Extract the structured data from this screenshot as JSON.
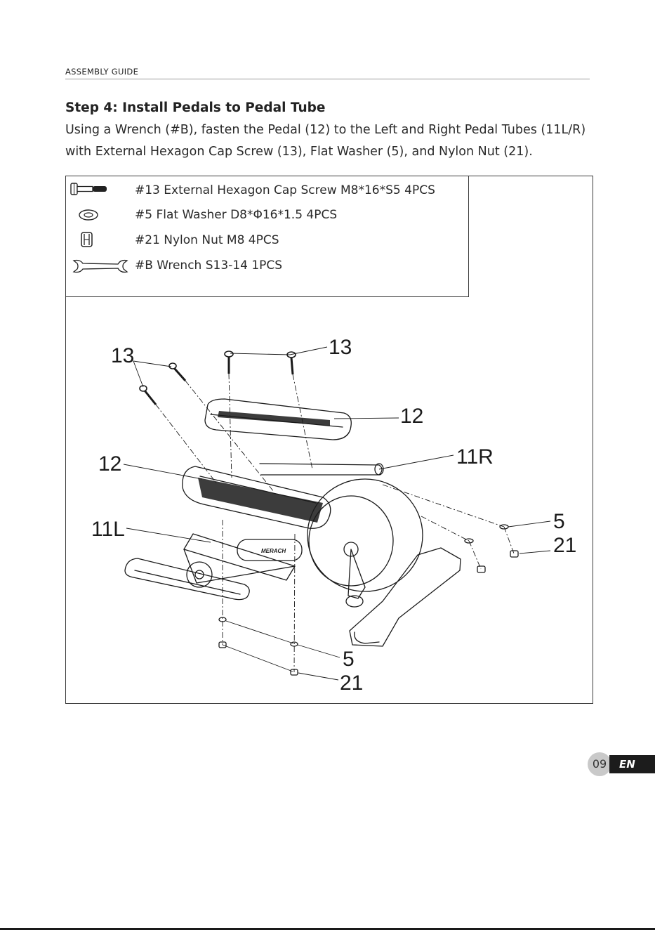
{
  "header": {
    "label": "ASSEMBLY GUIDE"
  },
  "step": {
    "title": "Step 4: Install Pedals to Pedal Tube",
    "line1": "Using a Wrench (#B), fasten the Pedal (12) to the Left and Right Pedal Tubes (11L/R)",
    "line2": "with External Hexagon Cap Screw (13), Flat Washer (5), and Nylon Nut (21)."
  },
  "parts": [
    {
      "icon": "hex-cap-screw-icon",
      "text": "#13 External Hexagon Cap Screw M8*16*S5 4PCS"
    },
    {
      "icon": "flat-washer-icon",
      "text": "#5 Flat Washer D8*Φ16*1.5 4PCS"
    },
    {
      "icon": "nylon-nut-icon",
      "text": "#21 Nylon Nut M8 4PCS"
    },
    {
      "icon": "wrench-icon",
      "text": "#B Wrench S13-14 1PCS"
    }
  ],
  "diagram": {
    "callouts": {
      "screw_left": "13",
      "screw_right": "13",
      "pedal_top": "12",
      "pedal_left": "12",
      "tube_right": "11R",
      "tube_left": "11L",
      "washer_right": "5",
      "nut_right": "21",
      "washer_bottom": "5",
      "nut_bottom": "21"
    },
    "brand": "MERACH"
  },
  "footer": {
    "page": "09",
    "lang": "EN"
  }
}
